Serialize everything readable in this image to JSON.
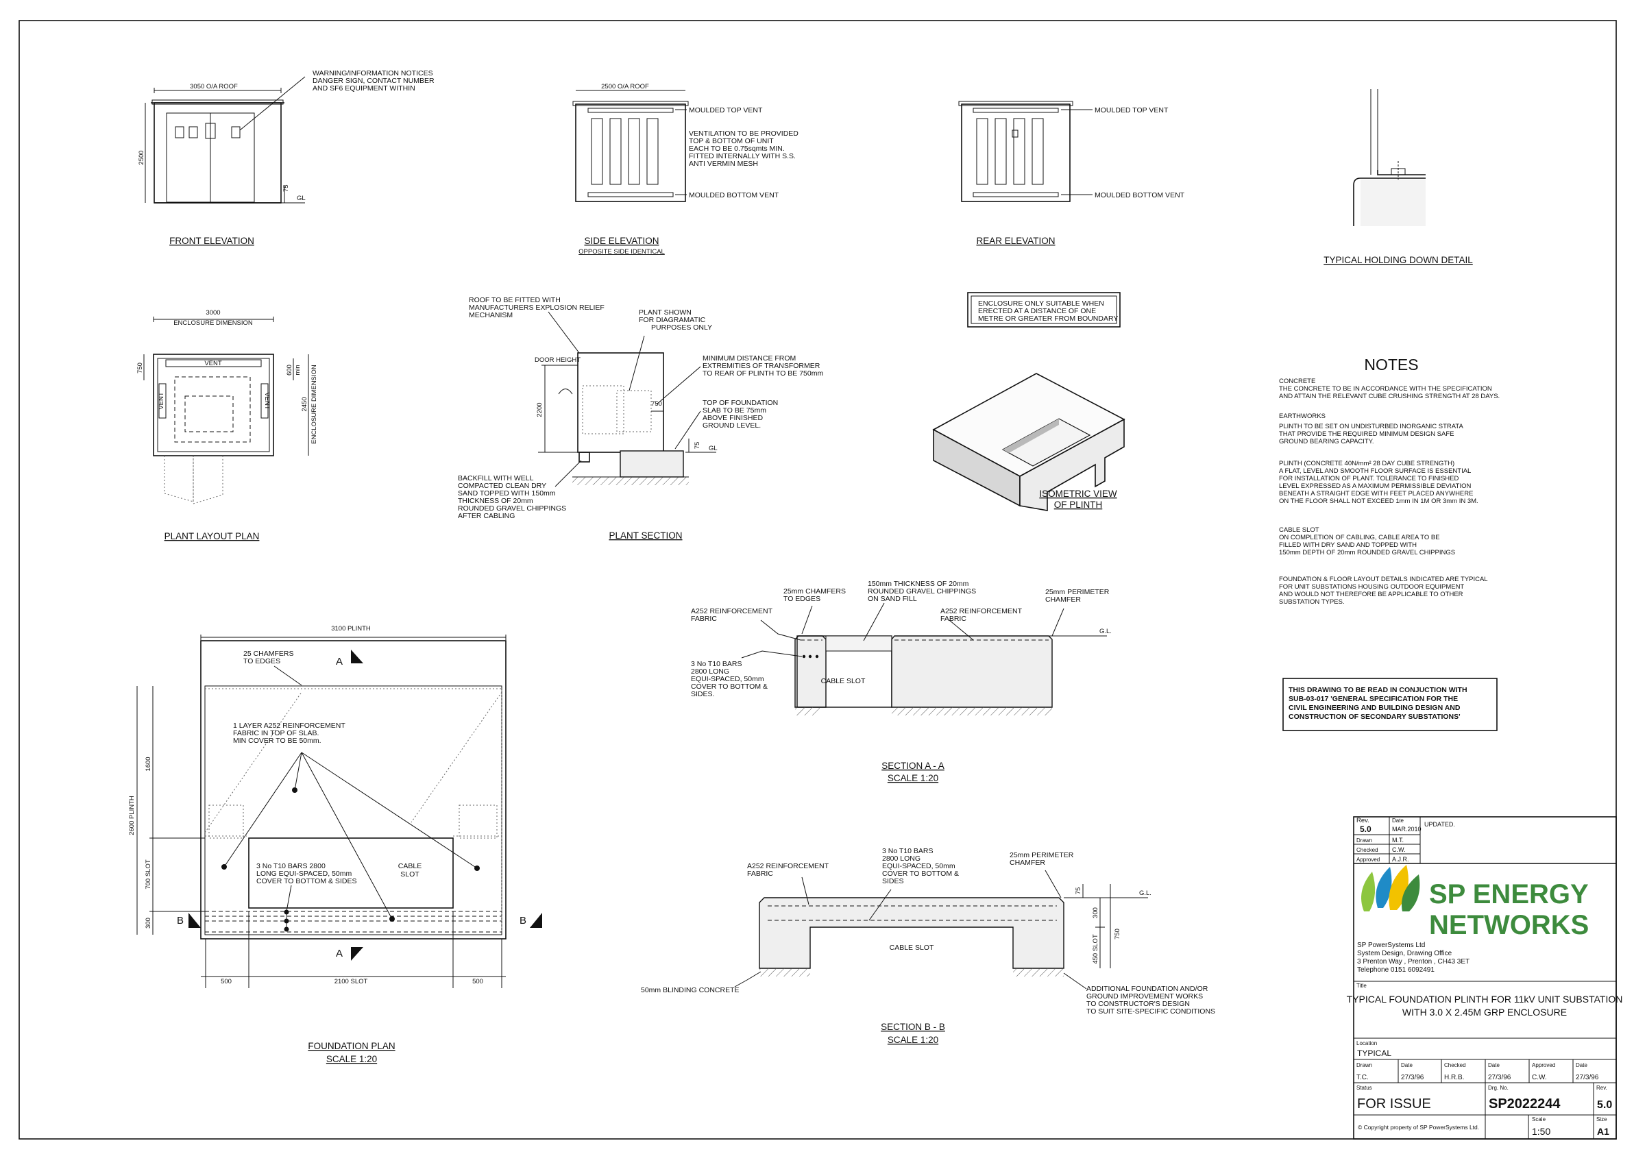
{
  "views": {
    "front_elevation": {
      "title": "FRONT ELEVATION",
      "dim_roof": "3050 O/A ROOF",
      "dim_height": "2500",
      "dim_75": "75",
      "gl": "GL",
      "note": [
        "WARNING/INFORMATION NOTICES",
        "DANGER SIGN, CONTACT NUMBER",
        "AND SF6 EQUIPMENT WITHIN"
      ]
    },
    "side_elevation": {
      "title": "SIDE ELEVATION",
      "subtitle": "OPPOSITE SIDE IDENTICAL",
      "dim_roof": "2500 O/A ROOF",
      "top_vent": "MOULDED TOP VENT",
      "bottom_vent": "MOULDED BOTTOM VENT",
      "vent_note": [
        "VENTILATION TO BE PROVIDED",
        "TOP & BOTTOM OF UNIT",
        "EACH TO BE 0.75sqmts MIN.",
        "FITTED INTERNALLY WITH S.S.",
        "ANTI VERMIN MESH"
      ]
    },
    "rear_elevation": {
      "title": "REAR ELEVATION",
      "top_vent": "MOULDED TOP VENT",
      "bottom_vent": "MOULDED BOTTOM VENT"
    },
    "holding_down": {
      "title": "TYPICAL HOLDING DOWN DETAIL"
    },
    "plant_layout": {
      "title": "PLANT LAYOUT PLAN",
      "dim_width": "3000",
      "dim_width_label": "ENCLOSURE DIMENSION",
      "dim_750": "750",
      "dim_600": "600",
      "dim_600_unit": "min",
      "dim_depth": "2450",
      "dim_depth_label": "ENCLOSURE DIMENSION",
      "vent_top": "VENT",
      "vent_left": "VENT",
      "vent_right": "VENT"
    },
    "plant_section": {
      "title": "PLANT SECTION",
      "roof_note": [
        "ROOF TO BE FITTED WITH",
        "MANUFACTURERS EXPLOSION RELIEF",
        "MECHANISM"
      ],
      "plant_note": [
        "PLANT SHOWN",
        "FOR DIAGRAMATIC",
        "PURPOSES ONLY"
      ],
      "door_height": "DOOR HEIGHT",
      "dim_2200": "2200",
      "min_dist_note": [
        "MINIMUM DISTANCE FROM",
        "EXTREMITIES OF TRANSFORMER",
        "TO REAR OF PLINTH TO BE 750mm"
      ],
      "dim_750": "750",
      "top_note": [
        "TOP OF FOUNDATION",
        "SLAB TO BE 75mm",
        "ABOVE FINISHED",
        "GROUND LEVEL."
      ],
      "dim_75": "75",
      "gl": "GL",
      "backfill_note": [
        "BACKFILL WITH WELL",
        "COMPACTED CLEAN DRY",
        "SAND TOPPED WITH 150mm",
        "THICKNESS OF 20mm",
        "ROUNDED GRAVEL CHIPPINGS",
        "AFTER CABLING"
      ]
    },
    "boundary_note": [
      "ENCLOSURE ONLY SUITABLE WHEN",
      "ERECTED AT A DISTANCE OF ONE",
      "METRE OR GREATER FROM BOUNDARY"
    ],
    "isometric": {
      "title_1": "ISOMETRIC VIEW",
      "title_2": "OF PLINTH"
    },
    "foundation_plan": {
      "title": "FOUNDATION PLAN",
      "scale": "SCALE 1:20",
      "dim_plinth": "3100 PLINTH",
      "chamfer_note": [
        "25 CHAMFERS",
        "TO EDGES"
      ],
      "section_a": "A",
      "section_b": "B",
      "mesh_note": [
        "1 LAYER A252 REINFORCEMENT",
        "FABRIC IN TOP OF SLAB.",
        "MIN COVER TO BE 50mm."
      ],
      "bars_note": [
        "3 No T10 BARS 2800",
        "LONG EQUI-SPACED, 50mm",
        "COVER TO BOTTOM & SIDES"
      ],
      "cable_slot": [
        "CABLE",
        "SLOT"
      ],
      "dim_1600": "1600",
      "dim_700": "700 SLOT",
      "dim_300": "300",
      "dim_2600": "2600 PLINTH",
      "dim_500a": "500",
      "dim_2100": "2100 SLOT",
      "dim_500b": "500"
    },
    "section_aa": {
      "title": "SECTION A - A",
      "scale": "SCALE 1:20",
      "chamfer_note": [
        "25mm CHAMFERS",
        "TO EDGES"
      ],
      "gravel_note": [
        "150mm THICKNESS OF 20mm",
        "ROUNDED GRAVEL CHIPPINGS",
        "ON SAND FILL"
      ],
      "fabric_left": [
        "A252 REINFORCEMENT",
        "FABRIC"
      ],
      "fabric_right": [
        "A252 REINFORCEMENT",
        "FABRIC"
      ],
      "perimeter": [
        "25mm PERIMETER",
        "CHAMFER"
      ],
      "gl": "G.L.",
      "bars_note": [
        "3 No T10 BARS",
        "2800 LONG",
        "EQUI-SPACED, 50mm",
        "COVER TO BOTTOM &",
        "SIDES."
      ],
      "cable_slot": "CABLE SLOT"
    },
    "section_bb": {
      "title": "SECTION B - B",
      "scale": "SCALE 1:20",
      "fabric": [
        "A252 REINFORCEMENT",
        "FABRIC"
      ],
      "bars_note": [
        "3 No T10 BARS",
        "2800 LONG",
        "EQUI-SPACED, 50mm",
        "COVER TO BOTTOM &",
        "SIDES"
      ],
      "perimeter": [
        "25mm PERIMETER",
        "CHAMFER"
      ],
      "dim_75": "75",
      "gl": "G.L.",
      "dim_300": "300",
      "dim_750": "750",
      "dim_450": "450 SLOT",
      "cable_slot": "CABLE SLOT",
      "blinding": "50mm BLINDING CONCRETE",
      "additional_note": [
        "ADDITIONAL FOUNDATION AND/OR",
        "GROUND IMPROVEMENT WORKS",
        "TO CONSTRUCTOR'S DESIGN",
        "TO SUIT SITE-SPECIFIC CONDITIONS"
      ]
    }
  },
  "notes": {
    "heading": "NOTES",
    "lines": [
      "CONCRETE",
      "THE CONCRETE TO BE IN ACCORDANCE WITH THE SPECIFICATION",
      "AND ATTAIN THE RELEVANT CUBE CRUSHING STRENGTH AT 28 DAYS.",
      "",
      "EARTHWORKS",
      "PLINTH TO BE SET ON UNDISTURBED INORGANIC STRATA",
      "THAT PROVIDE THE REQUIRED MINIMUM DESIGN SAFE",
      "GROUND BEARING CAPACITY.",
      "",
      "PLINTH (CONCRETE 40N/mm² 28 DAY CUBE STRENGTH)",
      "A FLAT, LEVEL AND SMOOTH FLOOR SURFACE IS ESSENTIAL",
      "FOR INSTALLATION OF PLANT.  TOLERANCE TO FINISHED",
      "LEVEL EXPRESSED AS A MAXIMUM PERMISSIBLE DEVIATION",
      "BENEATH A STRAIGHT EDGE WITH FEET PLACED ANYWHERE",
      "ON THE FLOOR SHALL NOT EXCEED 1mm IN 1M OR 3mm IN 3M.",
      "",
      "CABLE SLOT",
      "ON COMPLETION OF CABLING, CABLE AREA TO BE",
      "FILLED WITH DRY SAND AND TOPPED WITH",
      "150mm DEPTH OF 20mm ROUNDED GRAVEL CHIPPINGS",
      "",
      "FOUNDATION & FLOOR LAYOUT DETAILS INDICATED ARE TYPICAL",
      "FOR UNIT SUBSTATIONS HOUSING OUTDOOR EQUIPMENT",
      "AND WOULD NOT THEREFORE BE APPLICABLE TO OTHER",
      "SUBSTATION TYPES."
    ],
    "conjunction": [
      "THIS DRAWING TO BE READ IN CONJUCTION WITH",
      "SUB-03-017 'GENERAL SPECIFICATION FOR THE",
      "CIVIL ENGINEERING AND BUILDING DESIGN AND",
      "CONSTRUCTION OF SECONDARY SUBSTATIONS'"
    ]
  },
  "title_block": {
    "rev_label": "Rev.",
    "rev": "5.0",
    "date_label": "Date",
    "date": "MAR.2010",
    "updated": "UPDATED.",
    "drawn_label": "Drawn",
    "drawn": "M.T.",
    "checked_label": "Checked",
    "checked": "C.W.",
    "approved_label": "Approved",
    "approved": "A.J.R.",
    "logo_line1": "SP ENERGY",
    "logo_line2": "NETWORKS",
    "company": [
      "SP PowerSystems Ltd",
      "System Design, Drawing Office",
      "3 Prenton Way , Prenton , CH43 3ET",
      "Telephone  0151 6092491"
    ],
    "title_label": "Title",
    "title_line1": "TYPICAL FOUNDATION PLINTH FOR 11kV UNIT SUBSTATION",
    "title_line2": "WITH 3.0 X 2.45M GRP ENCLOSURE",
    "location_label": "Location",
    "location": "TYPICAL",
    "sign": [
      {
        "label": "Drawn",
        "value": "T.C."
      },
      {
        "label": "Date",
        "value": "27/3/96"
      },
      {
        "label": "Checked",
        "value": "H.R.B."
      },
      {
        "label": "Date",
        "value": "27/3/96"
      },
      {
        "label": "Approved",
        "value": "C.W."
      },
      {
        "label": "Date",
        "value": "27/3/96"
      }
    ],
    "status_label": "Status",
    "status": "FOR ISSUE",
    "drg_label": "Drg. No.",
    "drg": "SP2022244",
    "rev2_label": "Rev.",
    "rev2": "5.0",
    "copyright": "© Copyright property of SP PowerSystems Ltd.",
    "scale_label": "Scale",
    "scale": "1:50",
    "size_label": "Size",
    "size": "A1",
    "colors": {
      "logo_green": "#8dc63f",
      "logo_dark_green": "#3d8b3d",
      "logo_yellow": "#f2c200",
      "logo_blue": "#1f8bc7"
    }
  }
}
